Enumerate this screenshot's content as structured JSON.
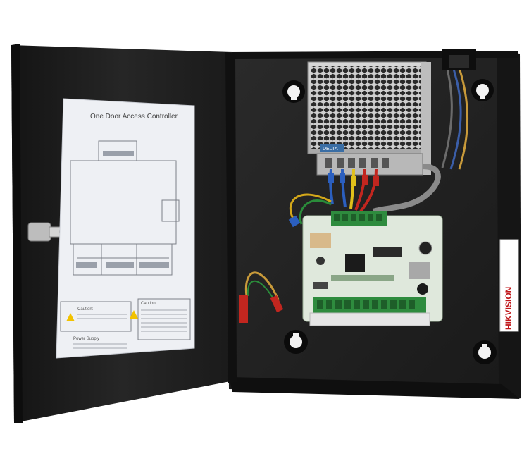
{
  "panel": {
    "title": "One Door Access Controller",
    "caution_left_title": "Caution:",
    "caution_right_title": "Caution:",
    "power_supply_title": "Power Supply"
  },
  "brand": {
    "name": "HIKVISION"
  },
  "psu": {
    "label": "DELTA"
  },
  "colors": {
    "enclosure": "#232323",
    "door_inner": "#1c1c1c",
    "pcb": "#dfe8dc",
    "terminal": "#2e8b3e",
    "psu_metal": "#c9c9c9"
  }
}
